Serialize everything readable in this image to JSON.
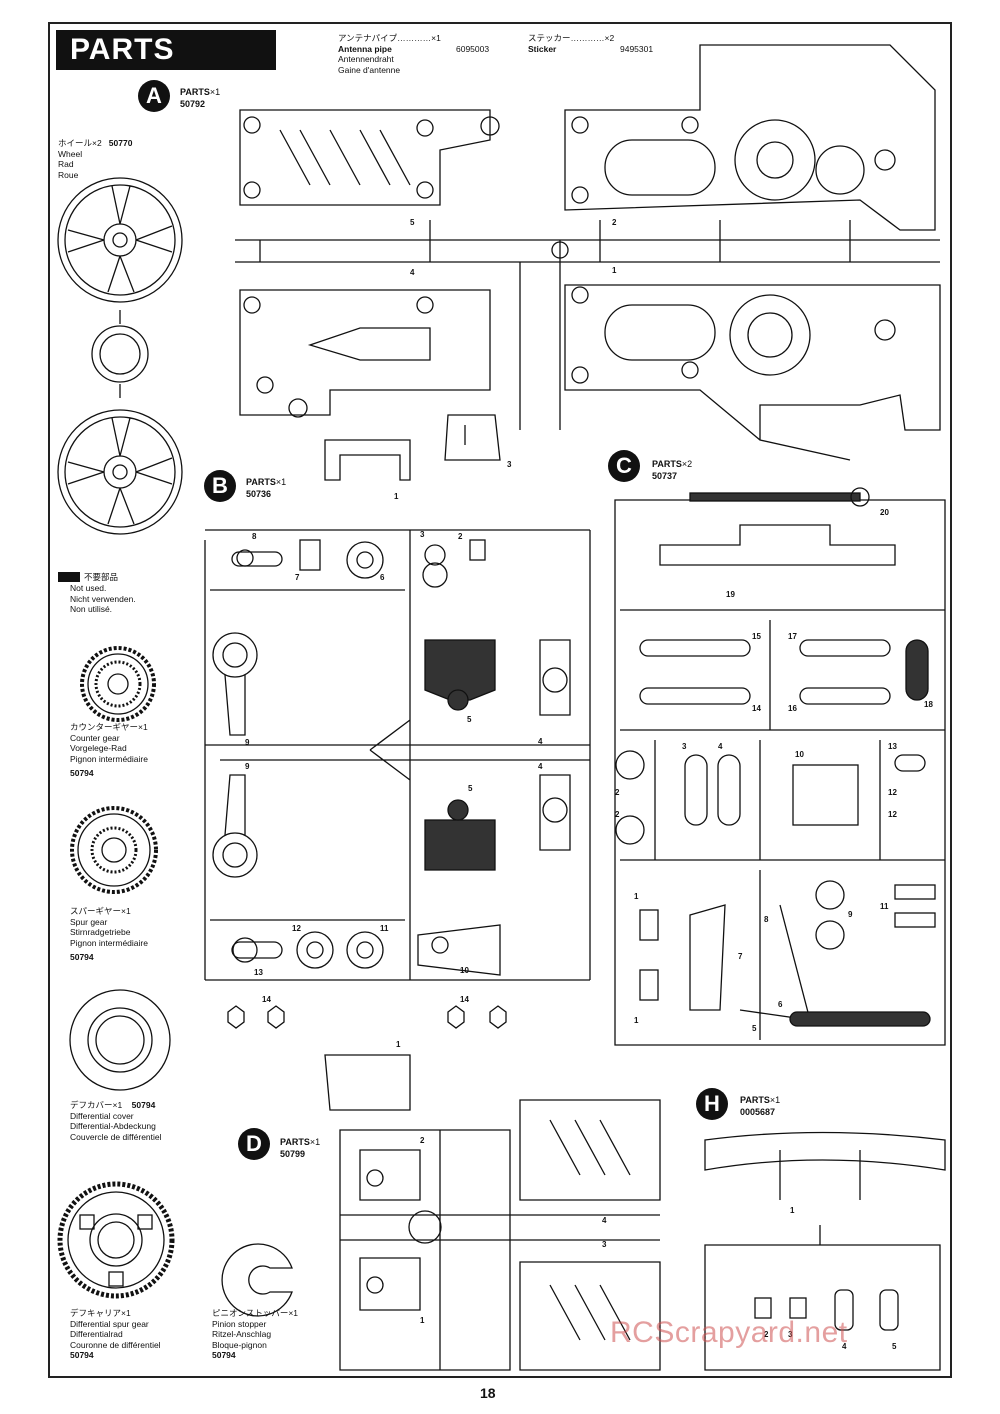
{
  "header": {
    "title": "PARTS"
  },
  "accessories": {
    "antenna": {
      "jp": "アンテナパイプ…………×1",
      "en": "Antenna pipe",
      "de": "Antennendraht",
      "fr": "Gaine d'antenne",
      "code": "6095003"
    },
    "sticker": {
      "jp": "ステッカー…………×2",
      "en": "Sticker",
      "code": "9495301"
    }
  },
  "sidebar": {
    "wheel": {
      "jp": "ホイール×2",
      "code": "50770",
      "en": "Wheel",
      "de": "Rad",
      "fr": "Roue"
    },
    "not_used": {
      "jp": "不要部品",
      "en": "Not used.",
      "de": "Nicht verwenden.",
      "fr": "Non utilisé."
    },
    "counter_gear": {
      "jp": "カウンターギヤー×1",
      "en": "Counter gear",
      "de": "Vorgelege-Rad",
      "fr": "Pignon intermédiaire",
      "code": "50794"
    },
    "spur_gear": {
      "jp": "スパーギヤー×1",
      "en": "Spur gear",
      "de": "Stirnradgetriebe",
      "fr": "Pignon intermédiaire",
      "code": "50794"
    },
    "diff_cover": {
      "jp": "デフカバー×1",
      "code": "50794",
      "en": "Differential cover",
      "de": "Differential-Abdeckung",
      "fr": "Couvercle de différentiel"
    },
    "diff_spur": {
      "jp": "デフキャリア×1",
      "en": "Differential spur gear",
      "de": "Differentialrad",
      "fr": "Couronne de différentiel",
      "code": "50794"
    },
    "pinion_stopper": {
      "jp": "ピニオンストッパー×1",
      "en": "Pinion stopper",
      "de": "Ritzel-Anschlag",
      "fr": "Bloque-pignon",
      "code": "50794"
    }
  },
  "trees": {
    "A": {
      "letter": "A",
      "label": "PARTS",
      "qty": "×1",
      "code": "50792",
      "nums": [
        "5",
        "2",
        "4",
        "1",
        "3"
      ]
    },
    "B": {
      "letter": "B",
      "label": "PARTS",
      "qty": "×1",
      "code": "50736",
      "nums": [
        "1",
        "8",
        "7",
        "6",
        "3",
        "2",
        "5",
        "4",
        "9",
        "9",
        "5",
        "4",
        "12",
        "11",
        "13",
        "10",
        "14",
        "14",
        "1"
      ]
    },
    "C": {
      "letter": "C",
      "label": "PARTS",
      "qty": "×2",
      "code": "50737",
      "nums": [
        "20",
        "19",
        "15",
        "17",
        "14",
        "16",
        "18",
        "3",
        "4",
        "10",
        "13",
        "2",
        "2",
        "12",
        "12",
        "1",
        "8",
        "9",
        "11",
        "7",
        "6",
        "1",
        "5"
      ]
    },
    "D": {
      "letter": "D",
      "label": "PARTS",
      "qty": "×1",
      "code": "50799",
      "nums": [
        "2",
        "1",
        "4",
        "3"
      ]
    },
    "H": {
      "letter": "H",
      "label": "PARTS",
      "qty": "×1",
      "code": "0005687",
      "nums": [
        "1",
        "2",
        "3",
        "4",
        "5"
      ]
    }
  },
  "footer": {
    "page_number": "18",
    "watermark": "RCScrapyard.net"
  }
}
